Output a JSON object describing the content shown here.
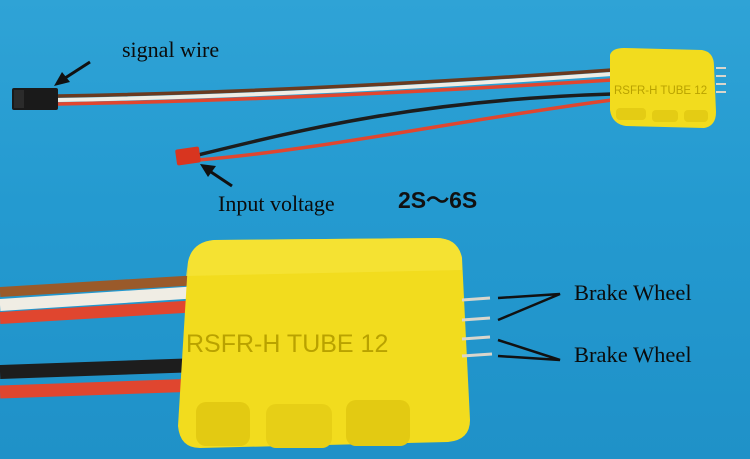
{
  "labels": {
    "signal_wire": "signal wire",
    "input_voltage": "Input voltage",
    "voltage_range": "2S～6S",
    "brake_wheel_top": "Brake Wheel",
    "brake_wheel_bottom": "Brake Wheel"
  },
  "module_print": {
    "small": "RSFR-H  TUBE  12",
    "large": "RSFR-H  TUBE  12"
  },
  "colors": {
    "background": "#249ad0",
    "module": "#f2dc1e",
    "wire_red": "#e0462f",
    "wire_black": "#1d1d1d",
    "wire_white": "#f0ede4",
    "connector_red": "#d8351f",
    "connector_black": "#1a1a1a"
  }
}
